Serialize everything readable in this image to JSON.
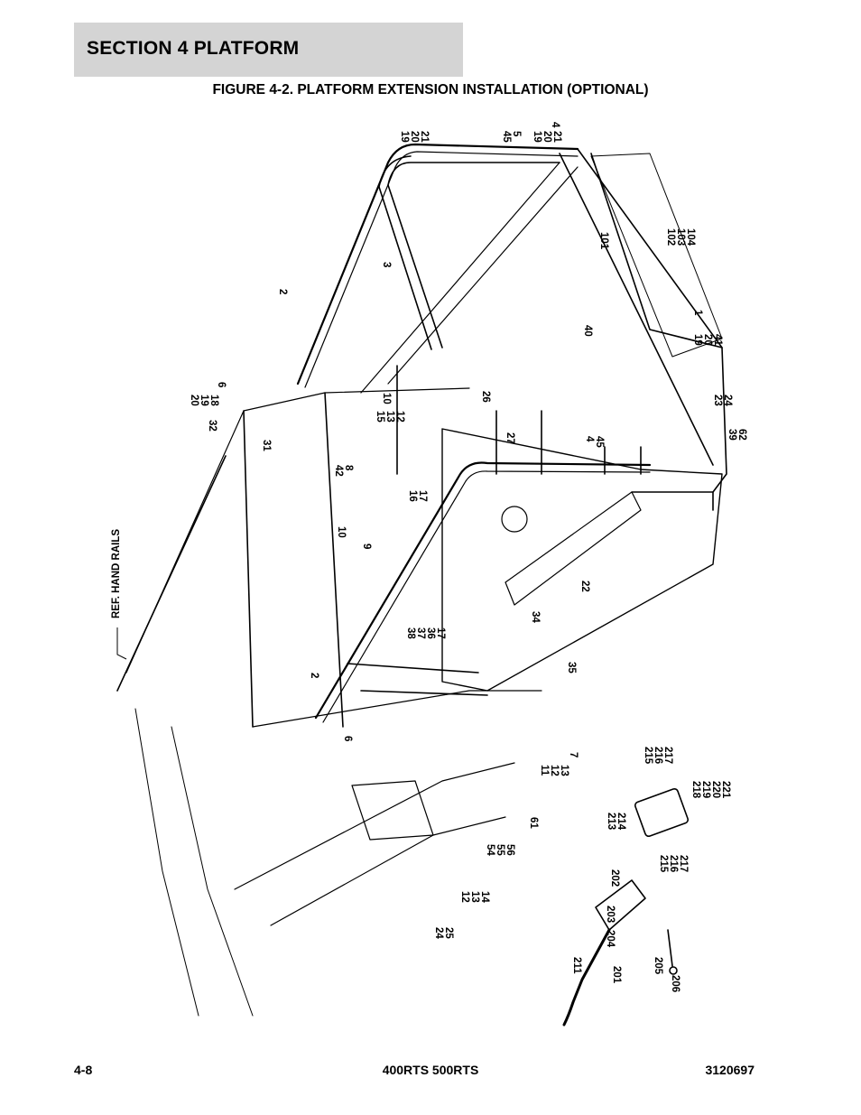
{
  "header": {
    "section_title": "SECTION 4   PLATFORM"
  },
  "figure": {
    "title": "FIGURE 4-2. PLATFORM EXTENSION INSTALLATION (OPTIONAL)",
    "ref_label": "REF. HAND RAILS",
    "callouts": [
      "19 20 21",
      "45 5",
      "19 20 21",
      "4",
      "2",
      "3",
      "101",
      "102 103 104",
      "40",
      "1",
      "19 20 41",
      "6",
      "20 19 18",
      "32",
      "31",
      "10",
      "15 13 12",
      "26",
      "27",
      "4 45",
      "23 24",
      "39 62",
      "42 8",
      "16 17",
      "10",
      "9",
      "22",
      "34",
      "38 37 36 17",
      "35",
      "2",
      "6",
      "7",
      "11 12 13",
      "215 216 217",
      "218 219 220 221",
      "213 214",
      "215 216 217",
      "61",
      "54 55 56",
      "12 13 14",
      "24 25",
      "202",
      "203",
      "204",
      "201",
      "211",
      "205",
      "206"
    ]
  },
  "footer": {
    "page": "4-8",
    "model": "400RTS 500RTS",
    "doc_number": "3120697"
  }
}
